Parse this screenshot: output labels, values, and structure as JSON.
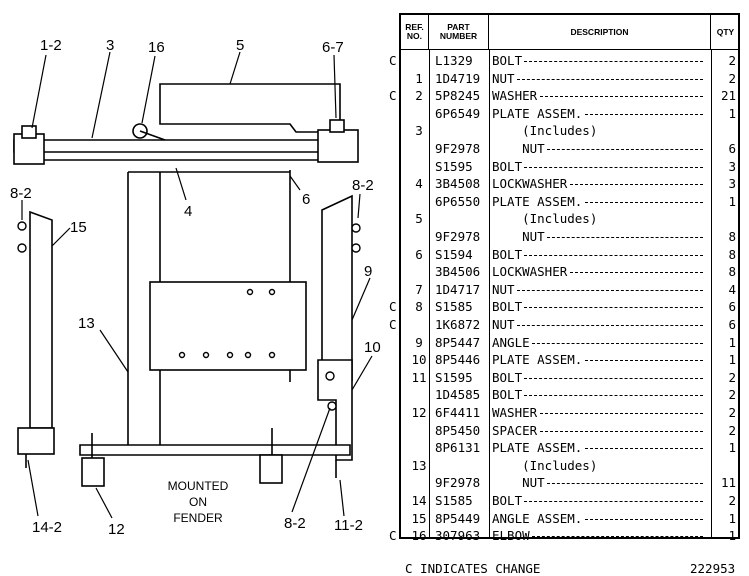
{
  "table": {
    "headers": {
      "ref": "REF.\nNO.",
      "part": "PART\nNUMBER",
      "description": "DESCRIPTION",
      "qty": "QTY"
    },
    "rows": [
      {
        "c": "C",
        "ref": "",
        "part": "L1329",
        "desc": "BOLT",
        "qty": "2"
      },
      {
        "c": "",
        "ref": "1",
        "part": "1D4719",
        "desc": "NUT",
        "qty": "2"
      },
      {
        "c": "C",
        "ref": "2",
        "part": "5P8245",
        "desc": "WASHER",
        "qty": "21"
      },
      {
        "c": "",
        "ref": "",
        "part": "6P6549",
        "desc": "PLATE ASSEM.",
        "qty": "1"
      },
      {
        "c": "",
        "ref": "3",
        "part": "",
        "desc": "    (Includes)",
        "qty": ""
      },
      {
        "c": "",
        "ref": "",
        "part": "9F2978",
        "desc": "    NUT",
        "qty": "6"
      },
      {
        "c": "",
        "ref": "",
        "part": "S1595",
        "desc": "BOLT",
        "qty": "3"
      },
      {
        "c": "",
        "ref": "4",
        "part": "3B4508",
        "desc": "LOCKWASHER",
        "qty": "3"
      },
      {
        "c": "",
        "ref": "",
        "part": "6P6550",
        "desc": "PLATE ASSEM.",
        "qty": "1"
      },
      {
        "c": "",
        "ref": "5",
        "part": "",
        "desc": "    (Includes)",
        "qty": ""
      },
      {
        "c": "",
        "ref": "",
        "part": "9F2978",
        "desc": "    NUT",
        "qty": "8"
      },
      {
        "c": "",
        "ref": "6",
        "part": "S1594",
        "desc": "BOLT",
        "qty": "8"
      },
      {
        "c": "",
        "ref": "",
        "part": "3B4506",
        "desc": "LOCKWASHER",
        "qty": "8"
      },
      {
        "c": "",
        "ref": "7",
        "part": "1D4717",
        "desc": "NUT",
        "qty": "4"
      },
      {
        "c": "C",
        "ref": "8",
        "part": "S1585",
        "desc": "BOLT",
        "qty": "6"
      },
      {
        "c": "C",
        "ref": "",
        "part": "1K6872",
        "desc": "NUT",
        "qty": "6"
      },
      {
        "c": "",
        "ref": "9",
        "part": "8P5447",
        "desc": "ANGLE",
        "qty": "1"
      },
      {
        "c": "",
        "ref": "10",
        "part": "8P5446",
        "desc": "PLATE ASSEM.",
        "qty": "1"
      },
      {
        "c": "",
        "ref": "11",
        "part": "S1595",
        "desc": "BOLT",
        "qty": "2"
      },
      {
        "c": "",
        "ref": "",
        "part": "1D4585",
        "desc": "BOLT",
        "qty": "2"
      },
      {
        "c": "",
        "ref": "12",
        "part": "6F4411",
        "desc": "WASHER",
        "qty": "2"
      },
      {
        "c": "",
        "ref": "",
        "part": "8P5450",
        "desc": "SPACER",
        "qty": "2"
      },
      {
        "c": "",
        "ref": "",
        "part": "8P6131",
        "desc": "PLATE ASSEM.",
        "qty": "1"
      },
      {
        "c": "",
        "ref": "13",
        "part": "",
        "desc": "    (Includes)",
        "qty": ""
      },
      {
        "c": "",
        "ref": "",
        "part": "9F2978",
        "desc": "    NUT",
        "qty": "11"
      },
      {
        "c": "",
        "ref": "14",
        "part": "S1585",
        "desc": "BOLT",
        "qty": "2"
      },
      {
        "c": "",
        "ref": "15",
        "part": "8P5449",
        "desc": "ANGLE ASSEM.",
        "qty": "1"
      },
      {
        "c": "C",
        "ref": "16",
        "part": "307963",
        "desc": "ELBOW",
        "qty": "1"
      }
    ]
  },
  "footer": {
    "note": "C INDICATES CHANGE",
    "code": "222953"
  },
  "diagram": {
    "callouts": [
      "1-2",
      "3",
      "16",
      "5",
      "6-7",
      "6",
      "4",
      "8-2",
      "15",
      "8-2",
      "9",
      "13",
      "10",
      "14-2",
      "12",
      "8-2",
      "11-2"
    ],
    "mounted_note": [
      "MOUNTED",
      "ON",
      "FENDER"
    ]
  }
}
